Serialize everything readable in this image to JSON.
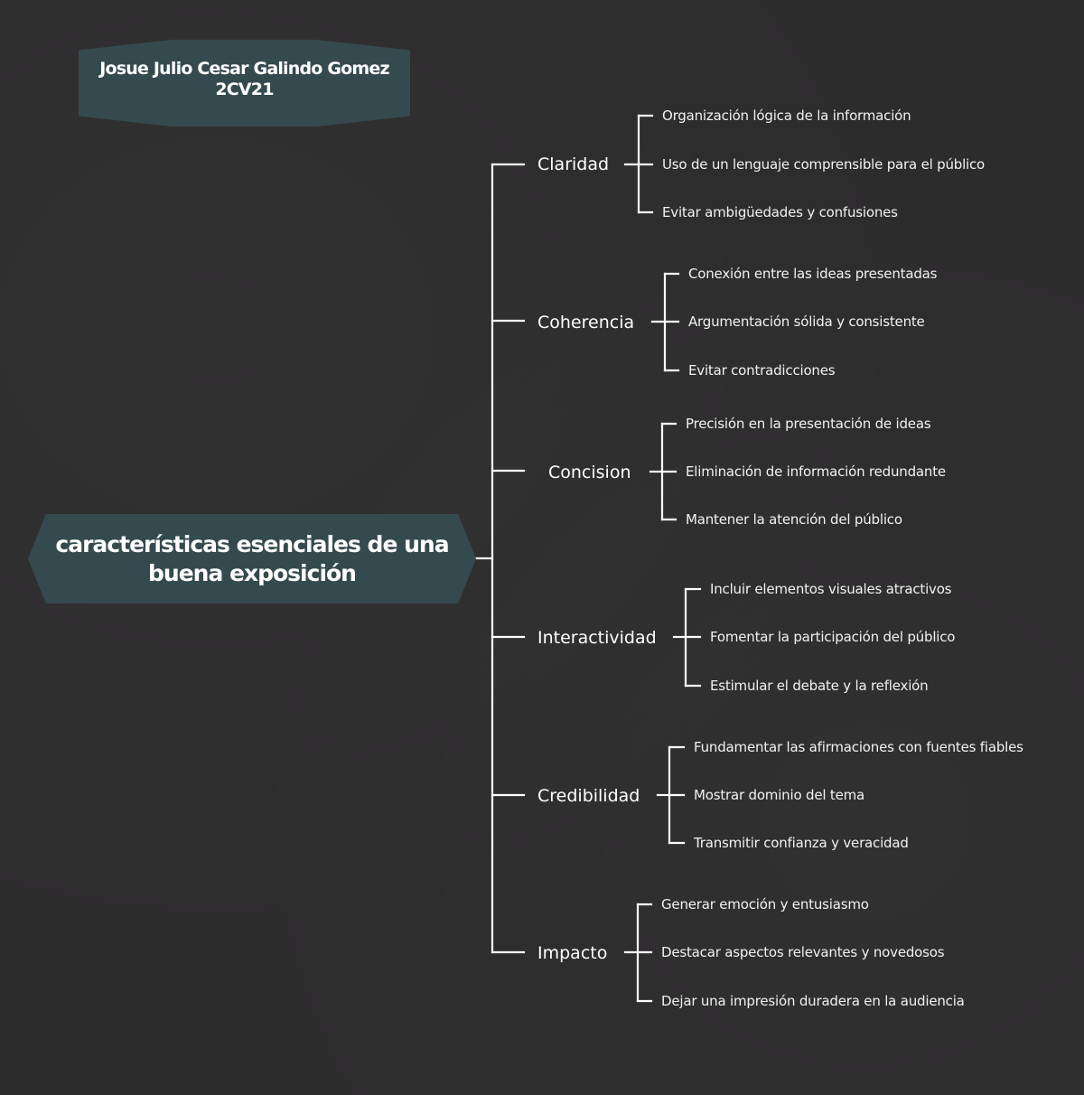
{
  "author": {
    "name": "Josue Julio Cesar Galindo Gomez",
    "group": "2CV21"
  },
  "root": {
    "line1": "características esenciales de una",
    "line2": "buena exposición"
  },
  "branches": [
    {
      "label": "Claridad",
      "children": [
        "Organización lógica de la información",
        "Uso de un lenguaje comprensible para el público",
        "Evitar ambigüedades y confusiones"
      ]
    },
    {
      "label": "Coherencia",
      "children": [
        "Conexión entre las ideas presentadas",
        "Argumentación sólida y consistente",
        "Evitar contradicciones"
      ]
    },
    {
      "label": "Concision",
      "children": [
        "Precisión en la presentación de ideas",
        "Eliminación de información redundante",
        "Mantener la atención del público"
      ]
    },
    {
      "label": "Interactividad",
      "children": [
        "Incluir elementos visuales atractivos",
        "Fomentar la participación del público",
        "Estimular el debate y la reflexión"
      ]
    },
    {
      "label": "Credibilidad",
      "children": [
        "Fundamentar las afirmaciones con fuentes fiables",
        "Mostrar dominio del tema",
        "Transmitir confianza y veracidad"
      ]
    },
    {
      "label": "Impacto",
      "children": [
        "Generar emoción y entusiasmo",
        "Destacar aspectos relevantes y novedosos",
        "Dejar una impresión duradera en la audiencia"
      ]
    }
  ],
  "colors": {
    "background": "#2d2c2d",
    "node_fill": "#354a4f",
    "line": "#ffffff",
    "text": "#ffffff"
  }
}
